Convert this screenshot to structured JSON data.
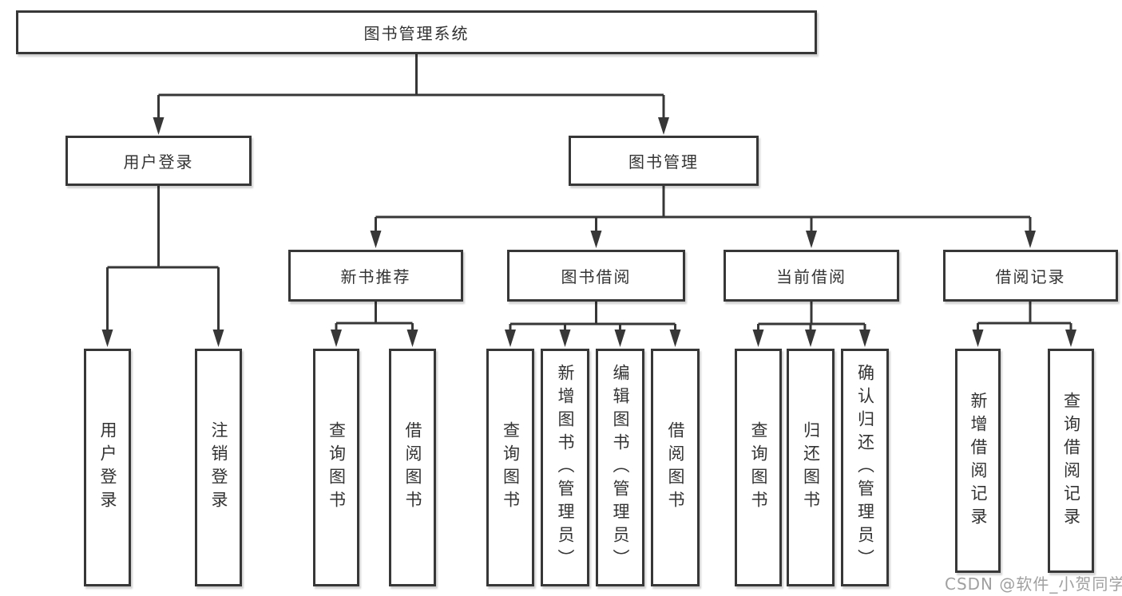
{
  "tree": {
    "label": "图书管理系统",
    "children": [
      {
        "label": "用户登录",
        "children": [
          {
            "label": "用户登录"
          },
          {
            "label": "注销登录"
          }
        ]
      },
      {
        "label": "图书管理",
        "children": [
          {
            "label": "新书推荐",
            "children": [
              {
                "label": "查询图书"
              },
              {
                "label": "借阅图书"
              }
            ]
          },
          {
            "label": "图书借阅",
            "children": [
              {
                "label": "查询图书"
              },
              {
                "label": "新增图书（管理员）"
              },
              {
                "label": "编辑图书（管理员）"
              },
              {
                "label": "借阅图书"
              }
            ]
          },
          {
            "label": "当前借阅",
            "children": [
              {
                "label": "查询图书"
              },
              {
                "label": "归还图书"
              },
              {
                "label": "确认归还（管理员）"
              }
            ]
          },
          {
            "label": "借阅记录",
            "children": [
              {
                "label": "新增借阅记录"
              },
              {
                "label": "查询借阅记录"
              }
            ]
          }
        ]
      }
    ]
  },
  "watermark": {
    "text": "CSDN @软件_小贺同学"
  },
  "colors": {
    "line": "#373737",
    "box_border": "#373737",
    "box_background": "#ffffff",
    "text": "#333333",
    "page_background": "#ffffff",
    "watermark": "#a0a0a0"
  }
}
